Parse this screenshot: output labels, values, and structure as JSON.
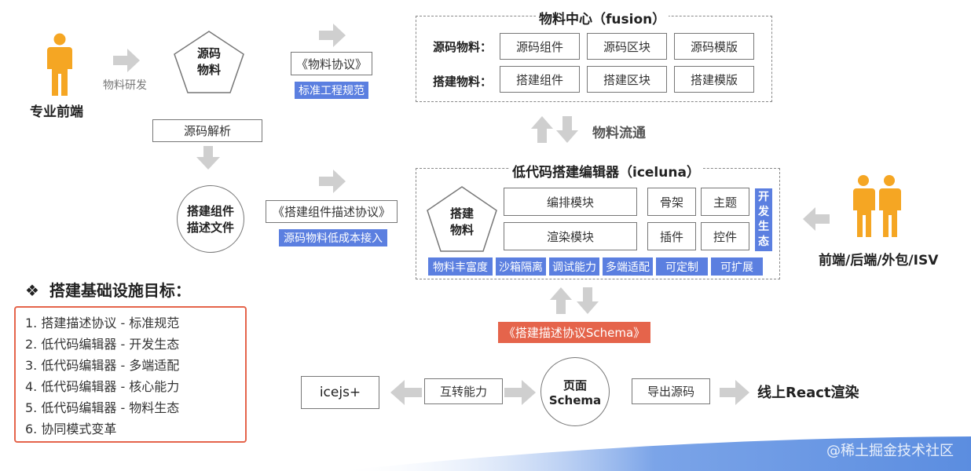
{
  "left_flow": {
    "person_label": "专业前端",
    "dev_label": "物料研发",
    "source_pentagon_line1": "源码",
    "source_pentagon_line2": "物料",
    "material_protocol": "《物料协议》",
    "material_protocol_tag": "标准工程规范",
    "source_parse": "源码解析",
    "build_file_line1": "搭建组件",
    "build_file_line2": "描述文件",
    "build_protocol": "《搭建组件描述协议》",
    "build_protocol_tag": "源码物料低成本接入"
  },
  "fusion": {
    "title": "物料中心（fusion）",
    "row1_label": "源码物料：",
    "row1_items": [
      "源码组件",
      "源码区块",
      "源码模版"
    ],
    "row2_label": "搭建物料：",
    "row2_items": [
      "搭建组件",
      "搭建区块",
      "搭建模版"
    ],
    "flow_label": "物料流通"
  },
  "iceluna": {
    "title": "低代码搭建编辑器（iceluna）",
    "pentagon_line1": "搭建",
    "pentagon_line2": "物料",
    "module1": "编排模块",
    "module2": "渲染模块",
    "small_items": [
      "骨架",
      "主题",
      "插件",
      "控件"
    ],
    "eco_chars": [
      "开",
      "发",
      "生",
      "态"
    ],
    "features": [
      "物料丰富度",
      "沙箱隔离",
      "调试能力",
      "多端适配",
      "可定制",
      "可扩展"
    ]
  },
  "right_person_label": "前端/后端/外包/ISV",
  "schema_tag": "《搭建描述协议Schema》",
  "bottom": {
    "icejs": "icejs+",
    "convert": "互转能力",
    "page_line1": "页面",
    "page_line2": "Schema",
    "export": "导出源码",
    "react_render": "线上React渲染"
  },
  "goals": {
    "bullet": "❖",
    "title": "搭建基础设施目标：",
    "items": [
      "1.  搭建描述协议 - 标准规范",
      "2.  低代码编辑器 - 开发生态",
      "3.  低代码编辑器 - 多端适配",
      "4.  低代码编辑器 - 核心能力",
      "5.  低代码编辑器 - 物料生态",
      "6.  协同模式变革"
    ]
  },
  "watermark": "@稀土掘金技术社区",
  "colors": {
    "person": "#f5a623",
    "tag_blue": "#5b7fe0",
    "tag_red": "#e5644b",
    "goal_border": "#e5644b",
    "arrow_grey": "#cfcfcf"
  }
}
